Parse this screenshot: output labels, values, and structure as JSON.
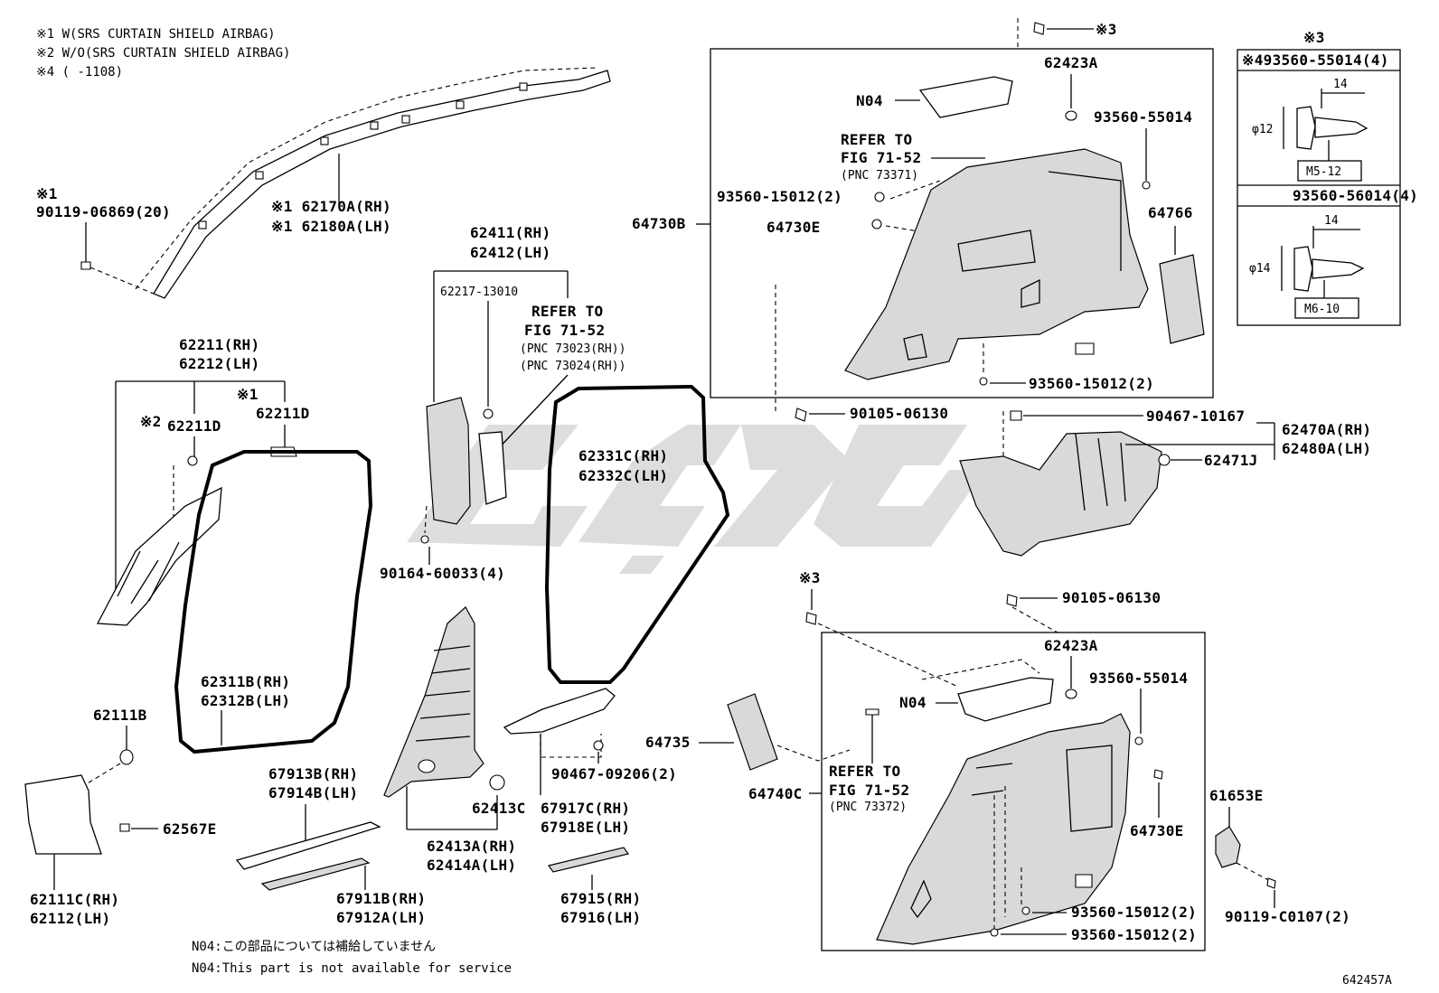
{
  "notes": {
    "n1": "※1  W(SRS CURTAIN SHIELD AIRBAG)",
    "n2": "※2  W/O(SRS CURTAIN SHIELD AIRBAG)",
    "n4": "※4 (      -1108)"
  },
  "labels": {
    "l90119_06869": "90119-06869(20)",
    "l90119_06869_note": "※1",
    "l62170A": "※1 62170A(RH)",
    "l62180A": "※1 62180A(LH)",
    "l62211RH": "62211(RH)",
    "l62212LH": "62212(LH)",
    "l62211D_2_note": "※2",
    "l62211D_a": "62211D",
    "l62211D_1_note": "※1",
    "l62211D_b": "62211D",
    "l62411RH": "62411(RH)",
    "l62412LH": "62412(LH)",
    "l62217": "62217-13010",
    "refer_a1": "REFER TO",
    "refer_a2": "FIG 71-52",
    "refer_a3": "(PNC 73023(RH))",
    "refer_a4": "(PNC 73024(RH))",
    "l90164": "90164-60033(4)",
    "l62331C": "62331C(RH)",
    "l62332C": "62332C(LH)",
    "l62311B": "62311B(RH)",
    "l62312B": "62312B(LH)",
    "l62111B": "62111B",
    "l62567E": "62567E",
    "l62111C": "62111C(RH)",
    "l62112": "62112(LH)",
    "l67913B": "67913B(RH)",
    "l67914B": "67914B(LH)",
    "l67911B": "67911B(RH)",
    "l67912A": "67912A(LH)",
    "l62413C": "62413C",
    "l62413A": "62413A(RH)",
    "l62414A": "62414A(LH)",
    "l67917C": "67917C(RH)",
    "l67918E": "67918E(LH)",
    "l90467_09206": "90467-09206(2)",
    "l67915": "67915(RH)",
    "l67916": "67916(LH)",
    "l64735": "64735",
    "l64740C": "64740C",
    "refer_c1": "REFER TO",
    "refer_c2": "FIG 71-52",
    "refer_c3": "(PNC 73372)",
    "l3_top": "※3",
    "l62423A_top": "62423A",
    "lN04_top": "N04",
    "l93560_55014_top": "93560-55014",
    "refer_b1": "REFER TO",
    "refer_b2": "FIG 71-52",
    "refer_b3": "(PNC 73371)",
    "l93560_15012_top": "93560-15012(2)",
    "l64730B": "64730B",
    "l64730E_top": "64730E",
    "l64766": "64766",
    "l93560_15012_mid": "93560-15012(2)",
    "l90105_06130_a": "90105-06130",
    "l90467_10167": "90467-10167",
    "l62470A": "62470A(RH)",
    "l62480A": "62480A(LH)",
    "l62471J": "62471J",
    "l3_bot": "※3",
    "l90105_06130_b": "90105-06130",
    "l62423A_bot": "62423A",
    "lN04_bot": "N04",
    "l93560_55014_bot": "93560-55014",
    "l64730E_bot": "64730E",
    "l93560_15012_b1": "93560-15012(2)",
    "l93560_15012_b2": "93560-15012(2)",
    "l61653E": "61653E",
    "l90119_C0107": "90119-C0107(2)",
    "footer_jp": "N04:この部品については補給していません",
    "footer_en": "N04:This part is not available for service",
    "diagram_id": "642457A"
  },
  "inset": {
    "title": "※3",
    "top_header": "※493560-55014(4)",
    "top_len": "14",
    "top_dia": "φ12",
    "top_thread": "M5-12",
    "bot_header": "93560-56014(4)",
    "bot_len": "14",
    "bot_dia": "φ14",
    "bot_thread": "M6-10"
  }
}
